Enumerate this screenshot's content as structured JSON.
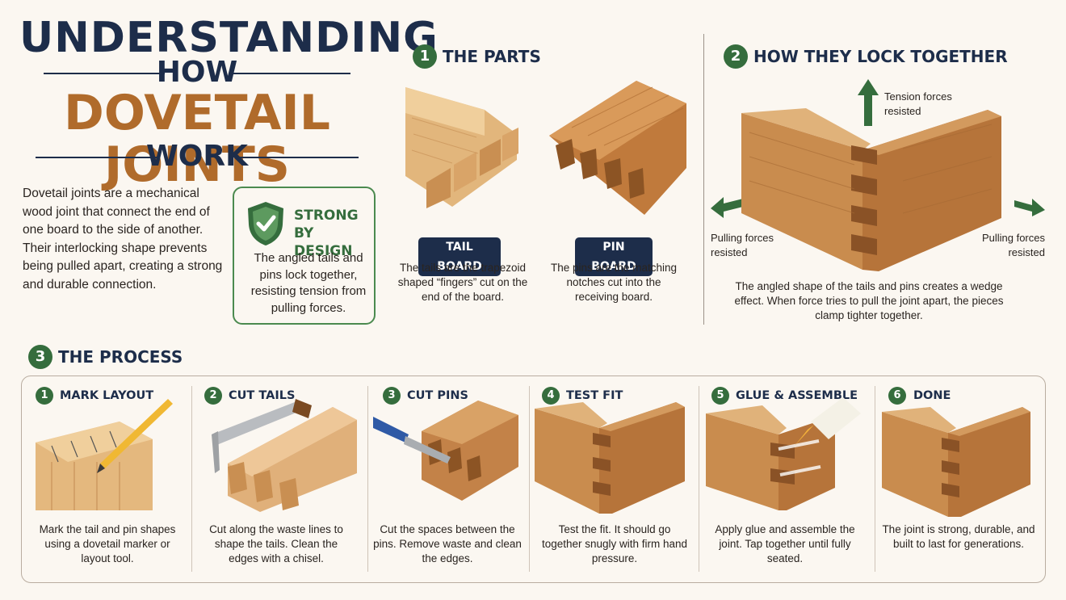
{
  "title": {
    "line1": "UNDERSTANDING",
    "line2": "HOW",
    "line3": "DOVETAIL JOINTS",
    "line4": "WORK"
  },
  "intro": "Dovetail joints are a mechanical wood joint that connect the end of one board to the side of another. Their interlocking shape prevents being pulled apart, creating a strong and durable connection.",
  "strong_design": {
    "title": "STRONG BY DESIGN",
    "body": "The angled tails and pins lock together, resisting tension from pulling forces."
  },
  "parts": {
    "number": "1",
    "title": "THE PARTS",
    "tail": {
      "label": "TAIL BOARD",
      "caption": "The tails are the trapezoid shaped “fingers” cut on the end of the board."
    },
    "pin": {
      "label": "PIN BOARD",
      "caption": "The pins are the matching notches cut into the receiving board."
    }
  },
  "lock": {
    "number": "2",
    "title": "HOW THEY LOCK TOGETHER",
    "tension": "Tension forces resisted",
    "pull_left": "Pulling forces resisted",
    "pull_right": "Pulling forces resisted",
    "caption": "The angled shape of the tails and pins creates a wedge effect. When force tries to pull the joint apart, the pieces clamp tighter together."
  },
  "process": {
    "number": "3",
    "title": "THE PROCESS",
    "steps": [
      {
        "num": "1",
        "title": "MARK LAYOUT",
        "desc": "Mark the tail and pin shapes using a dovetail marker or layout tool."
      },
      {
        "num": "2",
        "title": "CUT TAILS",
        "desc": "Cut along the waste lines to shape the tails. Clean the edges with a chisel."
      },
      {
        "num": "3",
        "title": "CUT PINS",
        "desc": "Cut the spaces between the pins. Remove waste and clean the edges."
      },
      {
        "num": "4",
        "title": "TEST FIT",
        "desc": "Test the fit. It should go together snugly with firm hand pressure."
      },
      {
        "num": "5",
        "title": "GLUE & ASSEMBLE",
        "desc": "Apply glue and assemble the joint. Tap together until fully seated."
      },
      {
        "num": "6",
        "title": "DONE",
        "desc": "The joint is strong, durable, and built to last for generations."
      }
    ]
  },
  "colors": {
    "navy": "#1d2d4a",
    "wood_brown": "#b06b2b",
    "green": "#356d3d",
    "background": "#fbf7f1"
  }
}
